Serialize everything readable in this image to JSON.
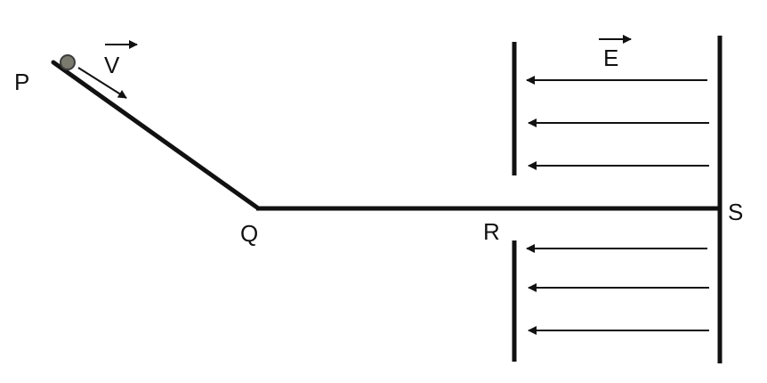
{
  "labels": {
    "p": "P",
    "q": "Q",
    "r": "R",
    "s": "S",
    "velocity": "V",
    "field": "E"
  },
  "colors": {
    "ink": "#111111",
    "ball": "#7a7a6e",
    "ball_outline": "#3c3c3c",
    "background": "#ffffff"
  }
}
